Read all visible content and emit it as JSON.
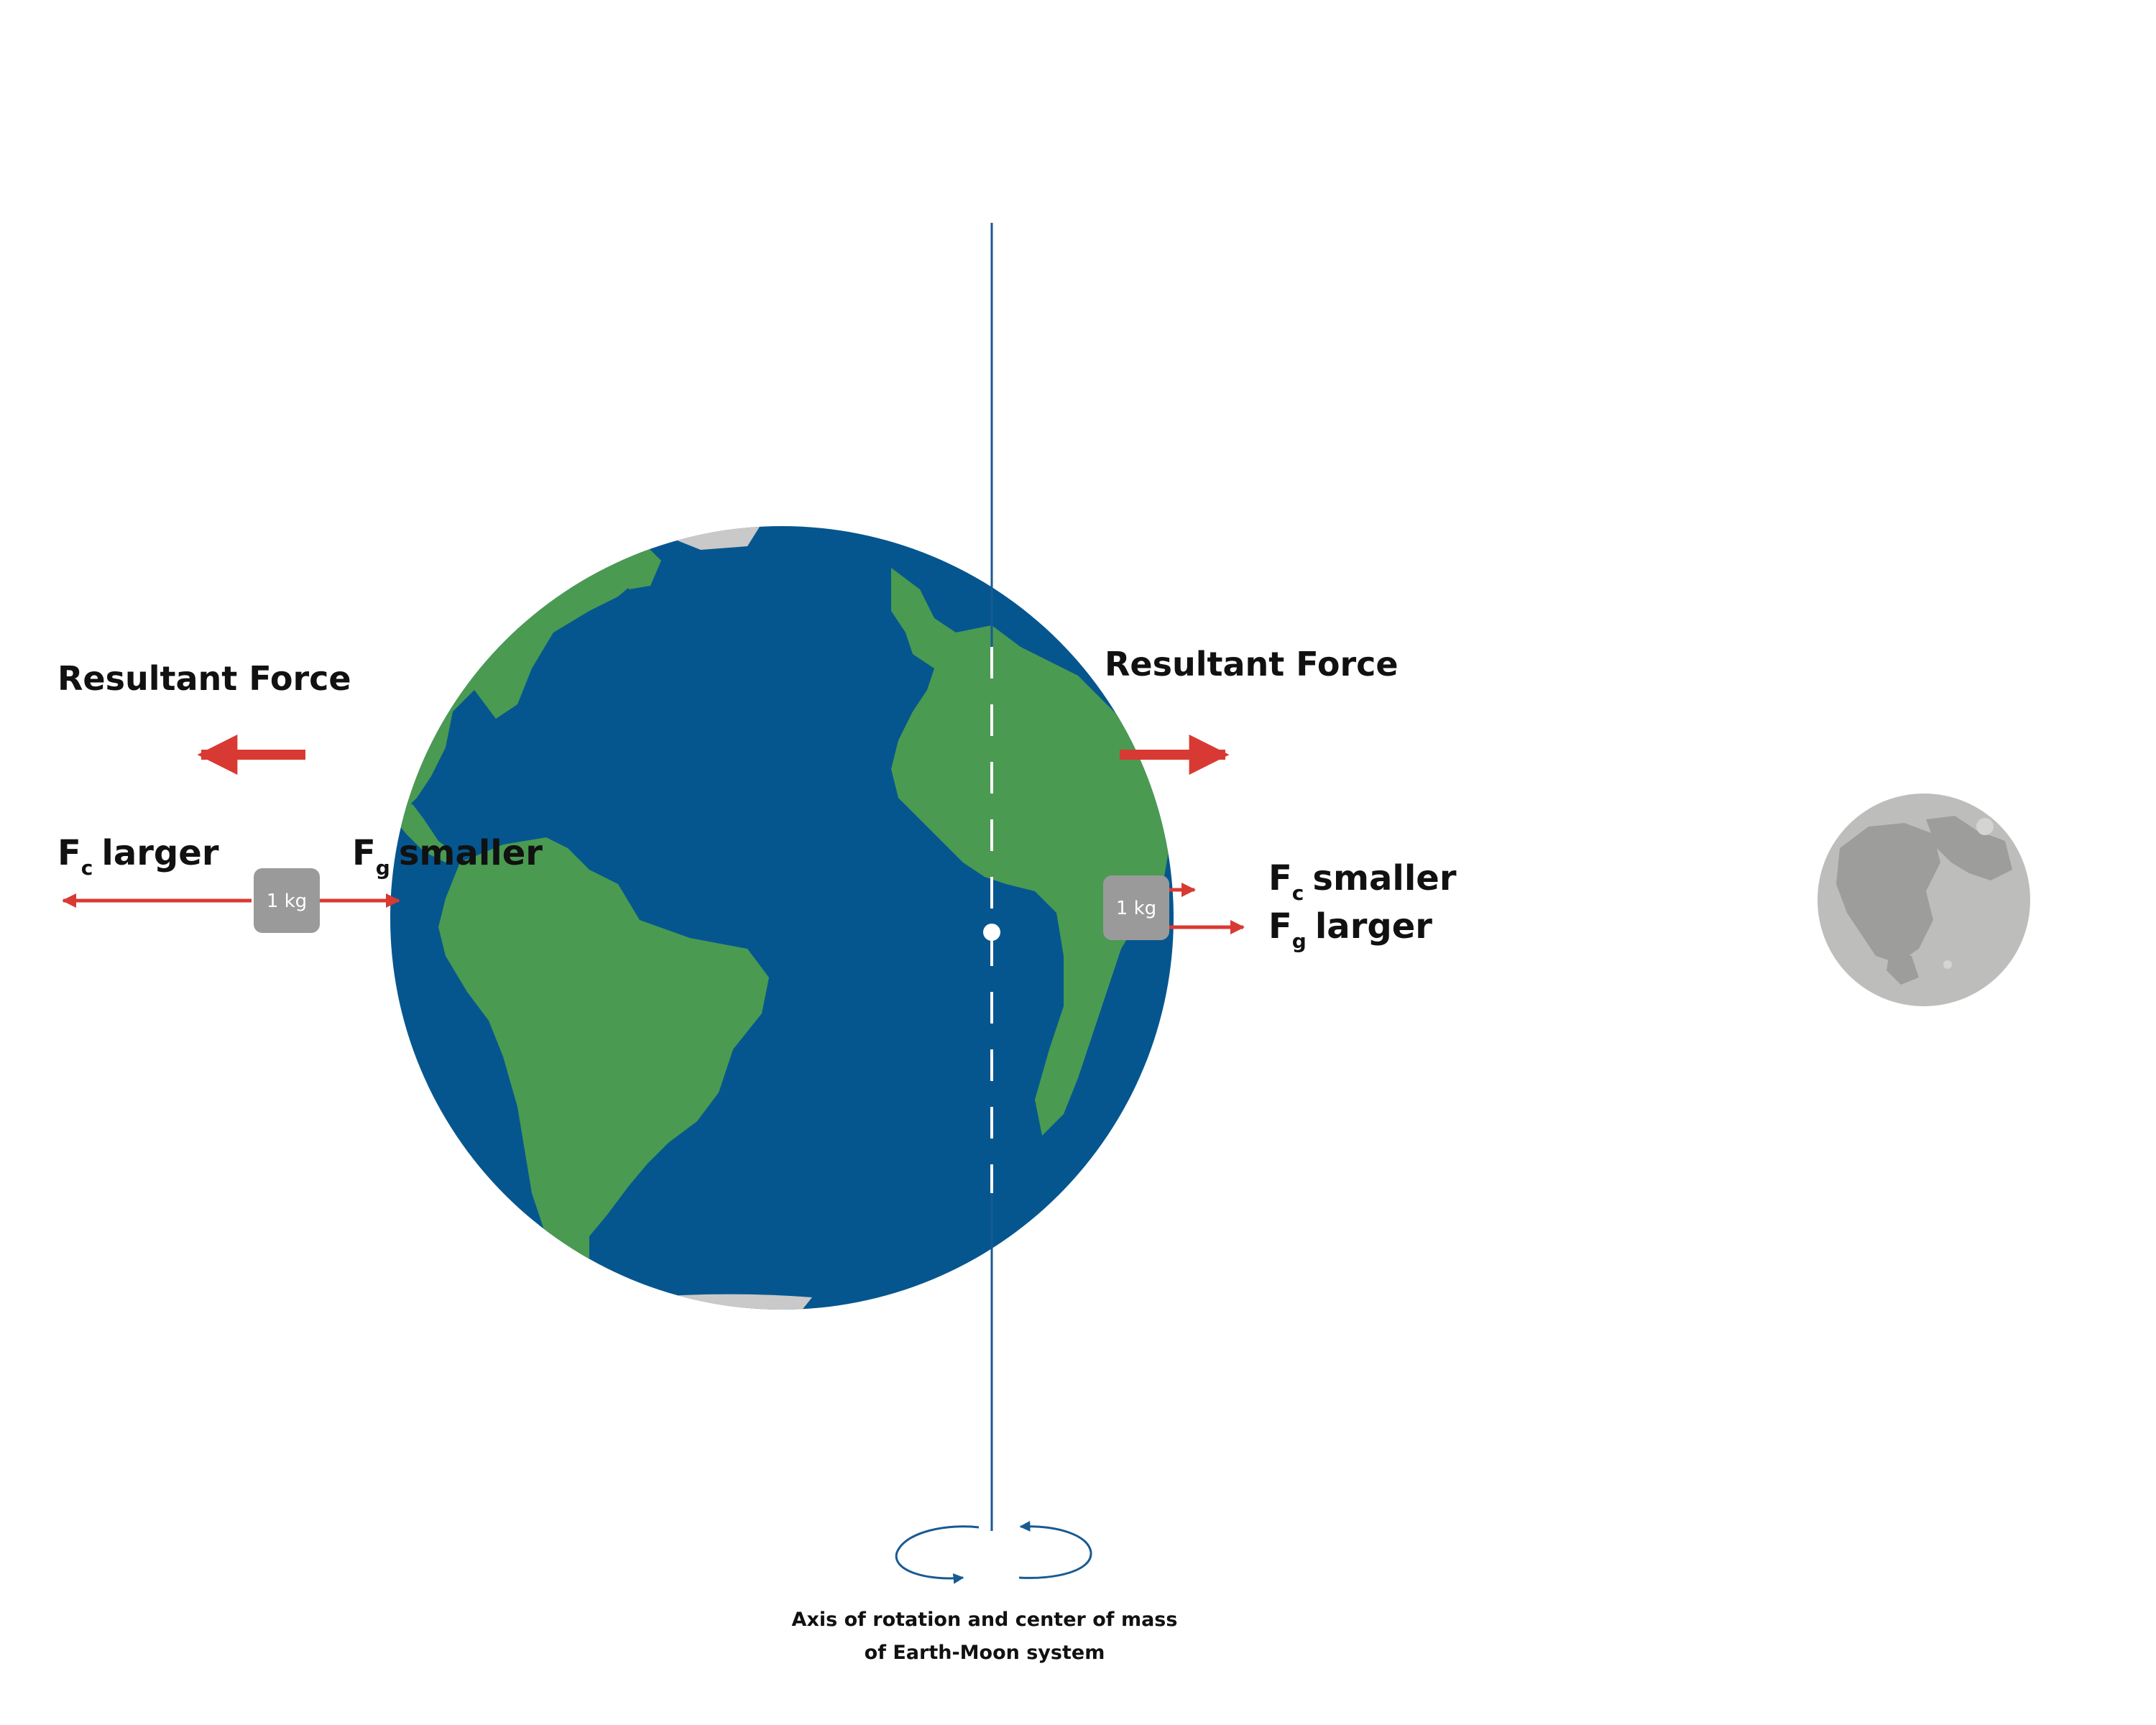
{
  "colors": {
    "ocean": "#05568f",
    "land": "#4a9a52",
    "ice": "#c9c9c9",
    "arrow": "#d83a33",
    "axis": "#185a93",
    "mass_box": "#9a9a9a",
    "moon": "#bdbdbb",
    "moon_dark": "#9d9d9b"
  },
  "left": {
    "resultant": "Resultant Force",
    "fc_symbol": "F",
    "fc_sub": "c",
    "fc_text": "larger",
    "fg_symbol": "F",
    "fg_sub": "g",
    "fg_text": "smaller",
    "mass": "1 kg"
  },
  "right": {
    "resultant": "Resultant Force",
    "fc_symbol": "F",
    "fc_sub": "c",
    "fc_text": "smaller",
    "fg_symbol": "F",
    "fg_sub": "g",
    "fg_text": "larger",
    "mass": "1 kg"
  },
  "caption": {
    "line1": "Axis of rotation and center of mass",
    "line2": "of Earth-Moon system"
  },
  "icons": [
    "earth-icon",
    "moon-icon",
    "rotation-arrow-icon"
  ]
}
